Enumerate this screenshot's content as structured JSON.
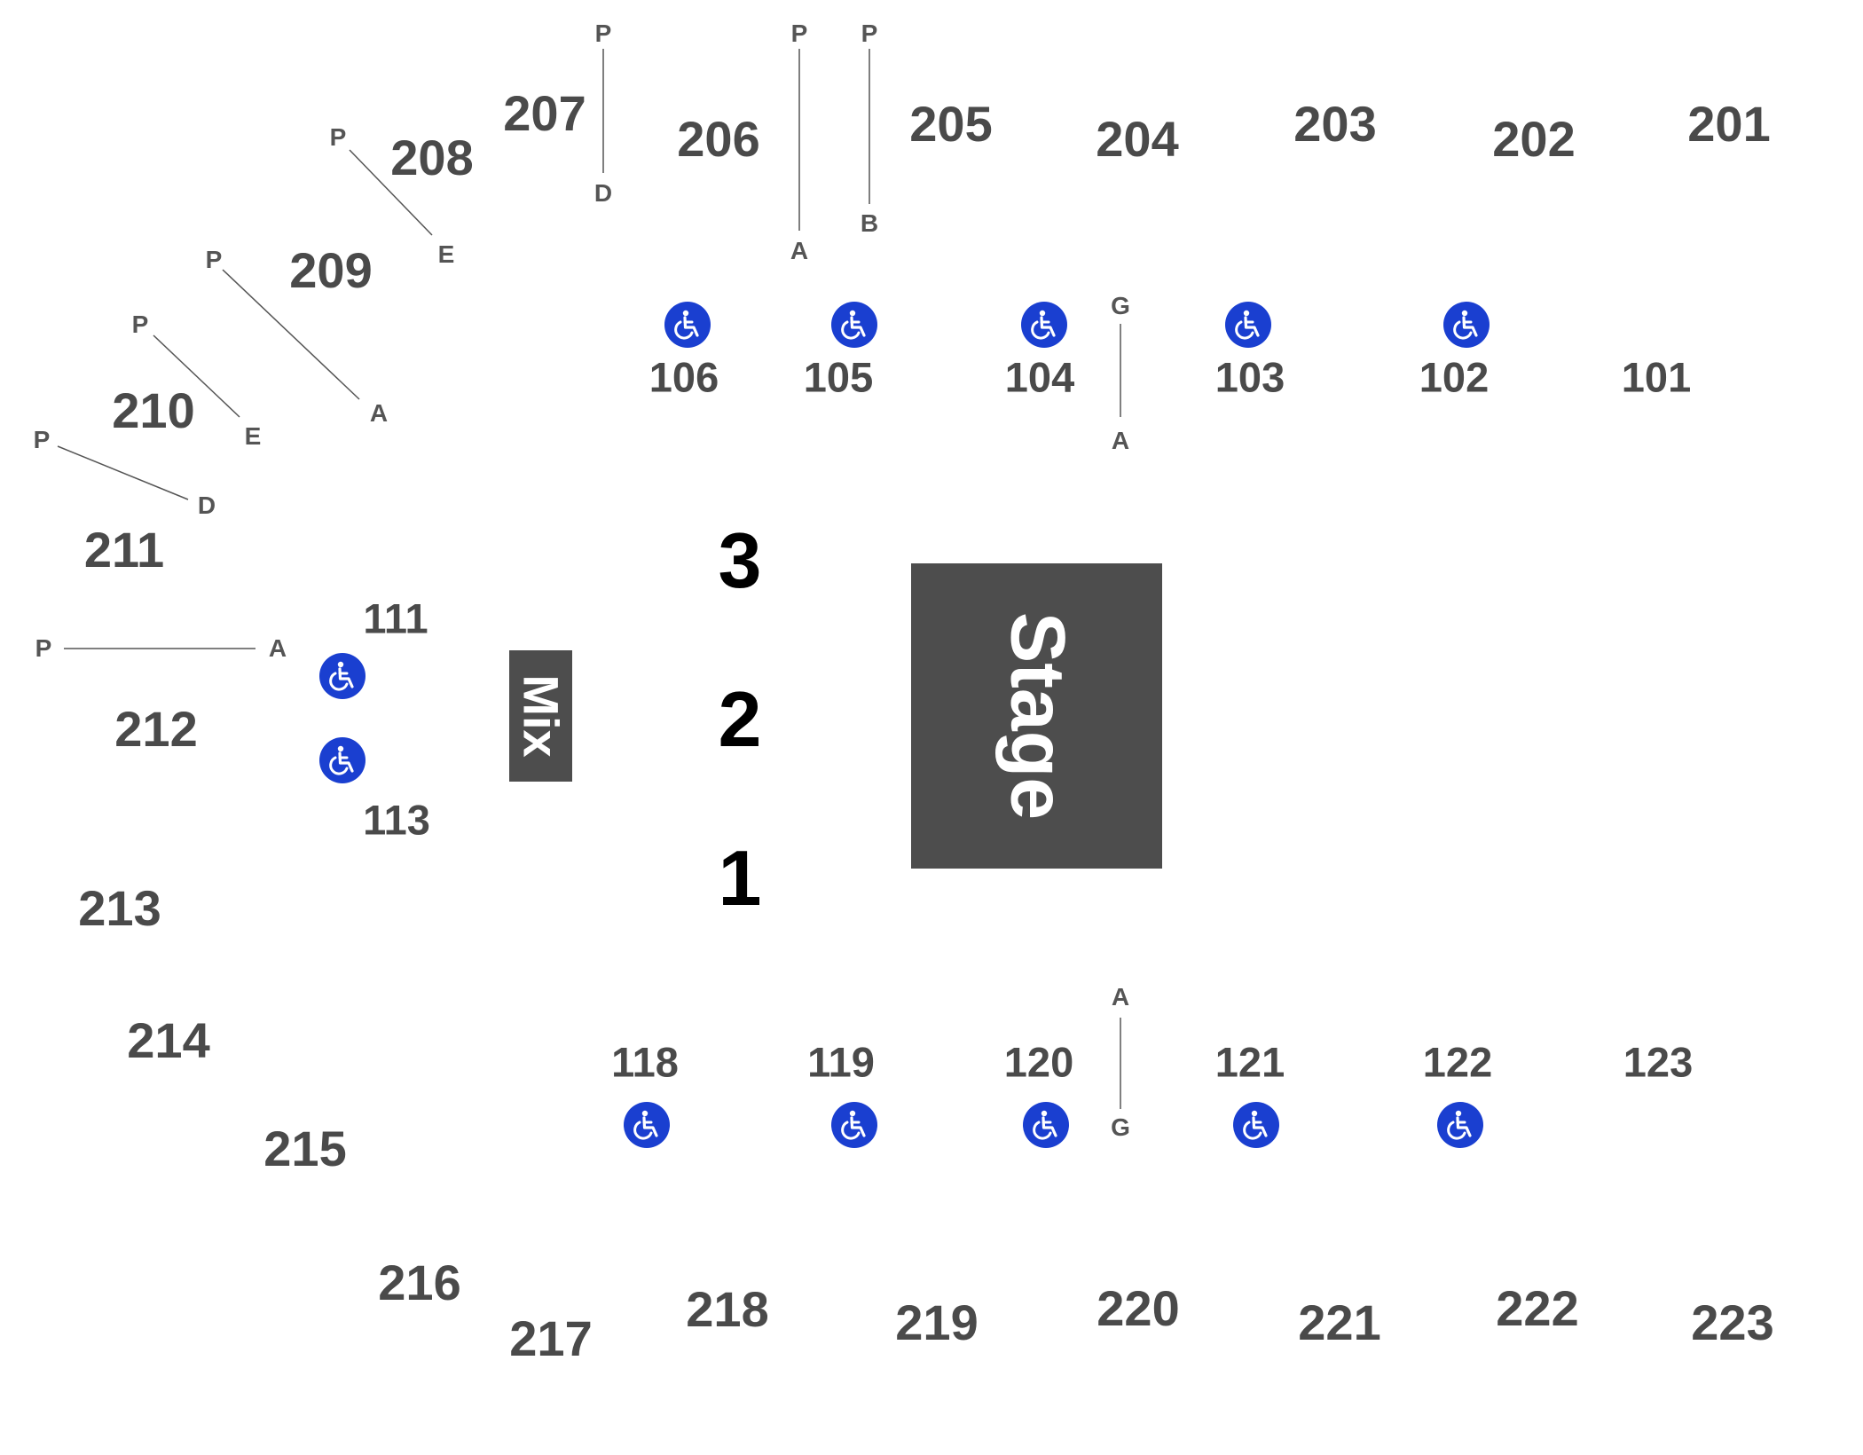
{
  "sections_200": {
    "s201": "201",
    "s202": "202",
    "s203": "203",
    "s204": "204",
    "s205": "205",
    "s206": "206",
    "s207": "207",
    "s208": "208",
    "s209": "209",
    "s210": "210",
    "s211": "211",
    "s212": "212",
    "s213": "213",
    "s214": "214",
    "s215": "215",
    "s216": "216",
    "s217": "217",
    "s218": "218",
    "s219": "219",
    "s220": "220",
    "s221": "221",
    "s222": "222",
    "s223": "223"
  },
  "sections_100": {
    "s101": "101",
    "s102": "102",
    "s103": "103",
    "s104": "104",
    "s105": "105",
    "s106": "106",
    "s111": "111",
    "s113": "113",
    "s118": "118",
    "s119": "119",
    "s120": "120",
    "s121": "121",
    "s122": "122",
    "s123": "123"
  },
  "general_admission": {
    "ga1": "1",
    "ga2": "2",
    "ga3": "3"
  },
  "stage_label": "Stage",
  "mix_label": "Mix",
  "row_labels": {
    "p207": "P",
    "d207": "D",
    "p206": "P",
    "a206": "A",
    "p205": "P",
    "b205": "B",
    "p208": "P",
    "e208": "E",
    "p209": "P",
    "a209": "A",
    "p210": "P",
    "e210": "E",
    "p211": "P",
    "d211": "D",
    "p212": "P",
    "a212": "A",
    "g104": "G",
    "a104": "A",
    "a120": "A",
    "g120": "G"
  },
  "accessibility_icon": "wheelchair-icon",
  "colors": {
    "stage": "#4d4d4d",
    "accessible": "#1a3fd0",
    "section_text": "#4a4a4a"
  }
}
